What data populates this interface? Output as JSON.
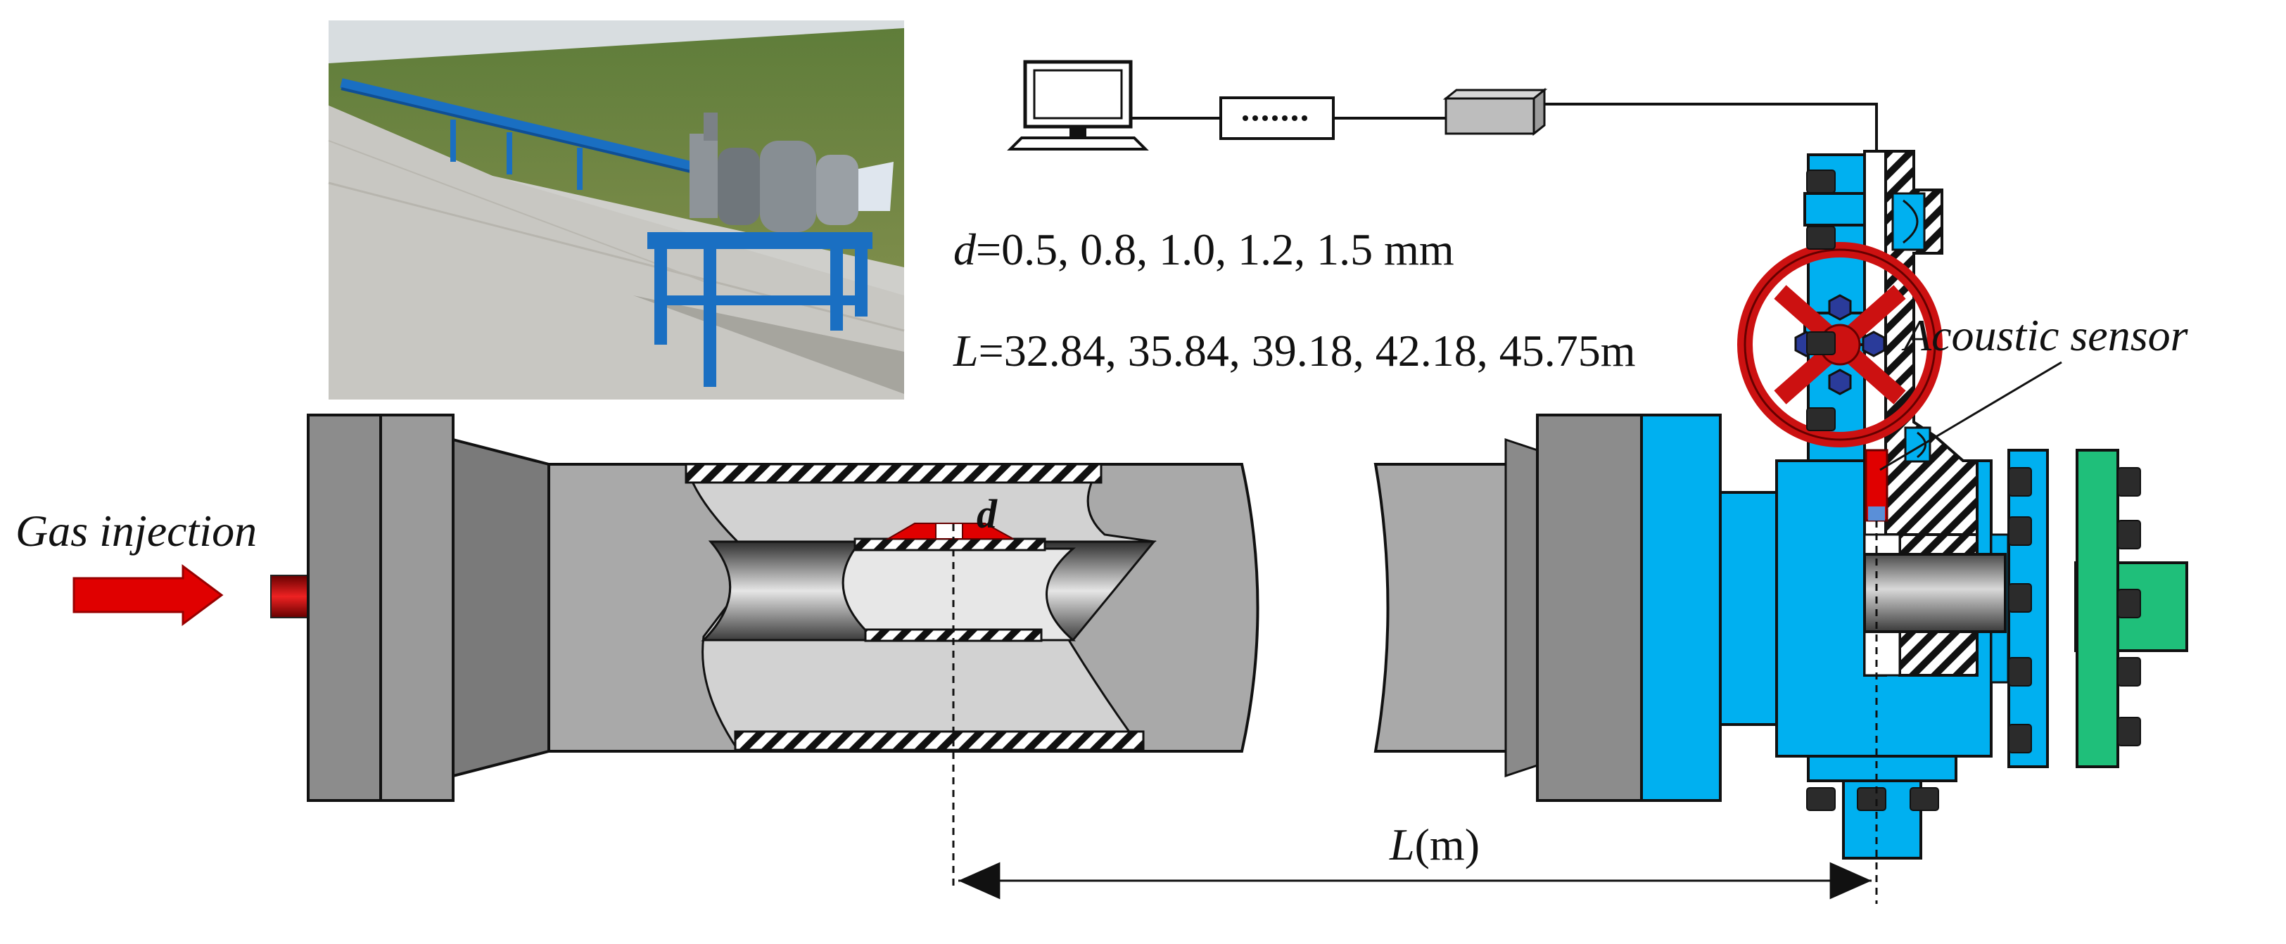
{
  "labels": {
    "gas_injection": "Gas injection",
    "acoustic_sensor": "Acoustic sensor",
    "orifice_d": "d",
    "distance_L": "L",
    "distance_unit": "(m)"
  },
  "parameters": {
    "d_symbol": "d",
    "d_values": "=0.5, 0.8, 1.0, 1.2, 1.5 mm",
    "L_symbol": "L",
    "L_values": "=32.84, 35.84, 39.18, 42.18, 45.75m"
  },
  "colors": {
    "pipe_gray": "#a9a9a9",
    "valve_blue": "#00b0f0",
    "flange_green": "#1fbf7a",
    "arrow_red": "#e00000",
    "handwheel_red": "#cc1111",
    "bolt_dark": "#2b2b2b"
  },
  "icons": {
    "computer": "computer-icon",
    "data_acquisition": "data-acquisition-icon",
    "amplifier": "amplifier-icon"
  }
}
